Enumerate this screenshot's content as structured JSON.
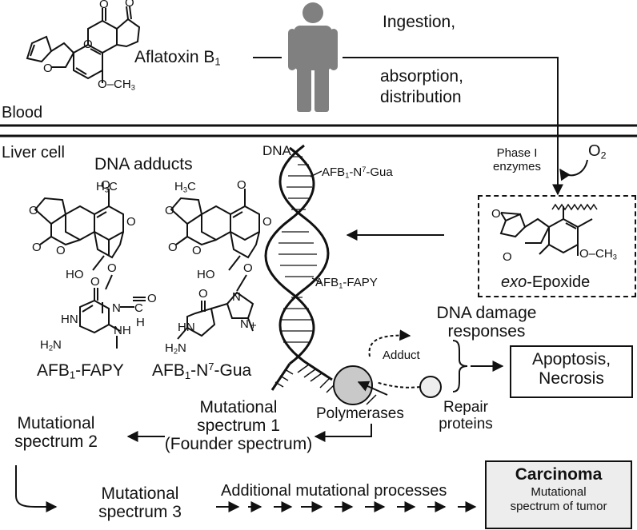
{
  "compartments": {
    "blood": "Blood",
    "liver_cell": "Liver cell"
  },
  "toxin": {
    "name": "Aflatoxin B",
    "subscript": "1",
    "methoxy_label": "O–CH",
    "methoxy_sub": "3"
  },
  "transport": {
    "ingestion": "Ingestion,",
    "absorption": "absorption,",
    "distribution": "distribution"
  },
  "metabolism": {
    "oxygen": "O",
    "oxygen_sub": "2",
    "phase1_line1": "Phase I",
    "phase1_line2": "enzymes",
    "epoxide_prefix": "exo",
    "epoxide_suffix": "-Epoxide",
    "epoxide_methoxy": "O–CH",
    "epoxide_methoxy_sub": "3"
  },
  "dna": {
    "label": "DNA",
    "adduct_n7_prefix": "AFB",
    "adduct_n7_sub": "1",
    "adduct_n7_mid": "-N",
    "adduct_n7_sup": "7",
    "adduct_n7_suffix": "-Gua",
    "adduct_fapy_prefix": "AFB",
    "adduct_fapy_sub": "1",
    "adduct_fapy_suffix": "-FAPY"
  },
  "adducts": {
    "title": "DNA adducts",
    "struct_h3c": "H",
    "struct_h3c_sub": "3",
    "struct_h3c_end": "C",
    "struct_ho": "HO",
    "struct_hn": "HN",
    "struct_h2n": "H",
    "struct_h2n_sub": "2",
    "struct_h2n_end": "N",
    "struct_nh": "NH",
    "struct_n": "N",
    "struct_c": "C",
    "struct_o": "O",
    "struct_h": "H",
    "struct_plus": "+",
    "fapy_prefix": "AFB",
    "fapy_sub": "1",
    "fapy_suffix": "-FAPY",
    "n7_prefix": "AFB",
    "n7_sub": "1",
    "n7_mid": "-N",
    "n7_sup": "7",
    "n7_suffix": "-Gua"
  },
  "responses": {
    "damage_line1": "DNA damage",
    "damage_line2": "responses",
    "adduct": "Adduct",
    "polymerases": "Polymerases",
    "repair_line1": "Repair",
    "repair_line2": "proteins",
    "apoptosis_line1": "Apoptosis,",
    "apoptosis_line2": "Necrosis"
  },
  "spectra": {
    "s1_line1": "Mutational",
    "s1_line2": "spectrum 1",
    "s1_line3": "(Founder spectrum)",
    "s2_line1": "Mutational",
    "s2_line2": "spectrum 2",
    "s3_line1": "Mutational",
    "s3_line2": "spectrum 3",
    "additional": "Additional mutational processes"
  },
  "carcinoma": {
    "title": "Carcinoma",
    "line1": "Mutational",
    "line2": "spectrum of tumor"
  },
  "colors": {
    "ink": "#111111",
    "person": "#808080",
    "polymerase": "#c9c9c9",
    "repair": "#eeeeee",
    "carcinoma_bg": "#ededed"
  }
}
